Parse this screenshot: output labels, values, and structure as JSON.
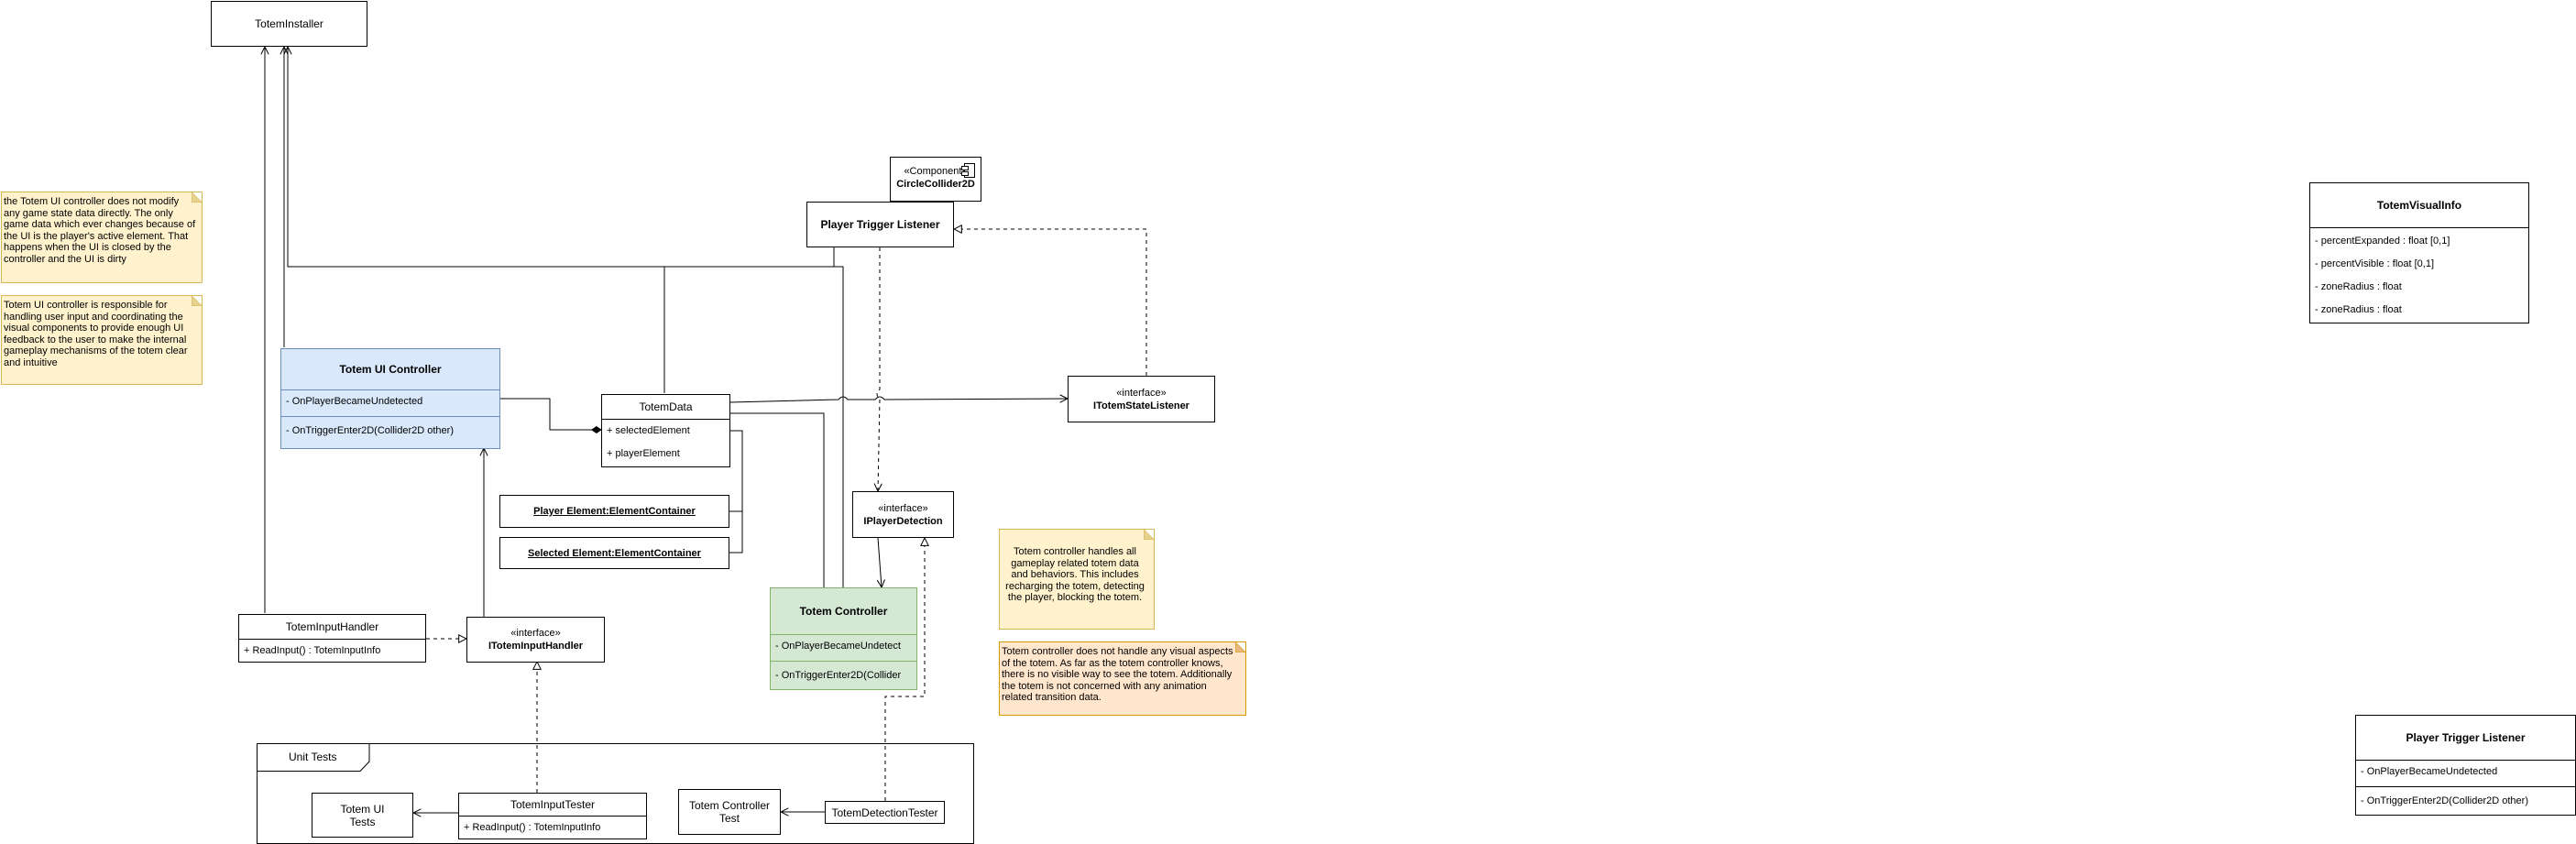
{
  "classes": {
    "totem_installer": "TotemInstaller",
    "totem_ui_controller": {
      "name": "Totem UI Controller",
      "fields": [
        "- OnPlayerBecameUndetected"
      ],
      "methods": [
        "- OnTriggerEnter2D(Collider2D other)"
      ]
    },
    "totem_data": {
      "name": "TotemData",
      "fields": [
        "+ selectedElement",
        "+ playerElement"
      ]
    },
    "player_trigger_listener": "Player Trigger Listener",
    "totem_controller": {
      "name": "Totem Controller",
      "fields": [
        "- OnPlayerBecameUndetect"
      ],
      "methods": [
        "- OnTriggerEnter2D(Collider"
      ]
    },
    "totem_input_handler": {
      "name": "TotemInputHandler",
      "methods": [
        "+ ReadInput() : TotemInputInfo"
      ]
    },
    "totem_visual_info": {
      "name": "TotemVisualInfo",
      "fields": [
        "- percentExpanded : float [0,1]",
        "- percentVisible : float [0,1]",
        "- zoneRadius : float",
        "- zoneRadius : float"
      ]
    },
    "player_trigger_listener_2": {
      "name": "Player Trigger Listener",
      "fields": [
        "- OnPlayerBecameUndetected"
      ],
      "methods": [
        "- OnTriggerEnter2D(Collider2D other)"
      ]
    }
  },
  "interfaces": {
    "stereotype": "«interface»",
    "state_listener": "ITotemStateListener",
    "player_detection": "IPlayerDetection",
    "input_handler": "ITotemInputHandler"
  },
  "component": {
    "stereotype": "«Component»",
    "name": "CircleCollider2D"
  },
  "objects": {
    "player_element": "Player Element:ElementContainer",
    "selected_element": "Selected Element:ElementContainer"
  },
  "notes": {
    "ui_no_modify": "the Totem UI controller does not modify any game state data directly.  The only game data which ever changes because of the UI is the player's active element. That happens when the UI is closed by the controller and the UI is dirty",
    "ui_responsible": "Totem UI controller is responsible for handling user input and coordinating the visual components to provide enough UI feedback to the user to make the internal gameplay mechanisms of the totem clear and intuitive",
    "controller_handles": "Totem controller handles all gameplay related totem data and behaviors.  This includes recharging the totem, detecting the player, blocking the totem.",
    "controller_no_visual": "Totem controller does not handle any visual aspects of the totem.  As far as the totem controller knows, there is no visible way to see the totem.  Additionally the totem is not concerned with any animation related transition data."
  },
  "tests": {
    "frame_label": "Unit Tests",
    "ui_tests": "Totem UI\nTests",
    "input_tester": {
      "name": "TotemInputTester",
      "methods": [
        "+ ReadInput() : TotemInputInfo"
      ]
    },
    "controller_test": "Totem Controller\nTest",
    "detection_tester": "TotemDetectionTester"
  },
  "colors": {
    "ui_controller_fill": "#dae8fc",
    "ui_controller_stroke": "#6c8ebf",
    "controller_fill": "#d5e8d4",
    "controller_stroke": "#82b366",
    "note_yellow_fill": "#fff2cc",
    "note_yellow_stroke": "#d6b656",
    "note_orange_fill": "#ffe6cc",
    "note_orange_stroke": "#d79b00"
  }
}
